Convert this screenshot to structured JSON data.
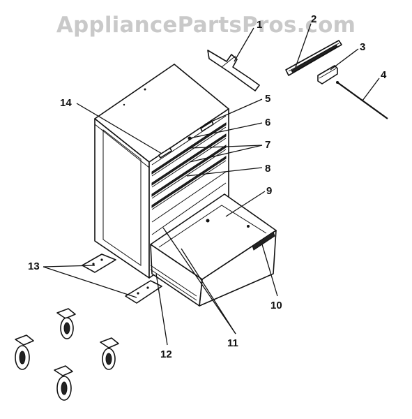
{
  "watermark": "AppliancePartsPros.com",
  "callouts": {
    "c1": "1",
    "c2": "2",
    "c3": "3",
    "c4": "4",
    "c5": "5",
    "c6": "6",
    "c7": "7",
    "c8": "8",
    "c9": "9",
    "c10": "10",
    "c11": "11",
    "c12": "12",
    "c13": "13",
    "c14": "14"
  }
}
